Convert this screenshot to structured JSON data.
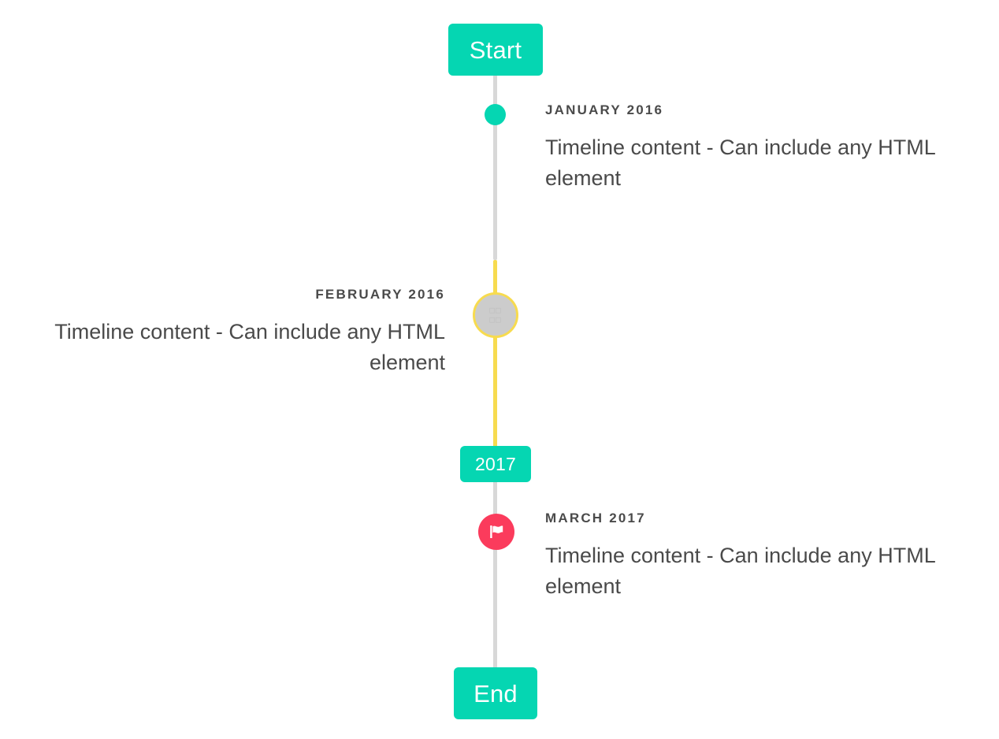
{
  "colors": {
    "accent_teal": "#05d6b2",
    "accent_yellow": "#f7db4f",
    "accent_pink": "#fb3b5c",
    "line_grey": "#d8d8d8",
    "marker_grey": "#cccccc",
    "text": "#4a4a4a",
    "background": "#ffffff"
  },
  "timeline": {
    "start_badge": "Start",
    "mid_badge": "2017",
    "end_badge": "End",
    "entries": [
      {
        "date": "JANUARY 2016",
        "body": "Timeline content - Can include any HTML element",
        "side": "right",
        "marker": "dot-icon"
      },
      {
        "date": "FEBRUARY 2016",
        "body": "Timeline content - Can include any HTML element",
        "side": "left",
        "marker": "missing-glyph-icon",
        "marker_glyph": "□□\n□□"
      },
      {
        "date": "MARCH 2017",
        "body": "Timeline content - Can include any HTML element",
        "side": "right",
        "marker": "flag-icon"
      }
    ]
  }
}
